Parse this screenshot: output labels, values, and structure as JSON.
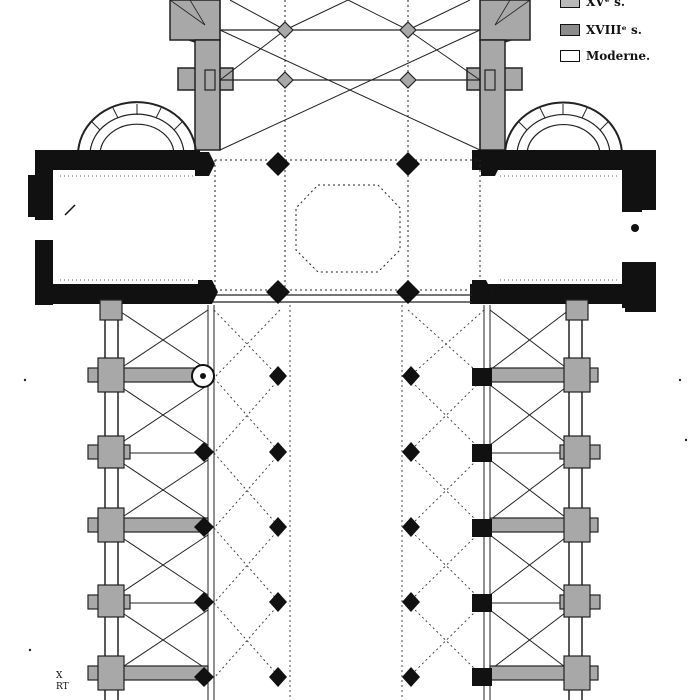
{
  "legend": {
    "items": [
      {
        "label": "XVᵉ s.",
        "fill": "#b9b9b9"
      },
      {
        "label": "XVIIIᵉ s.",
        "fill": "#8c8c8c"
      },
      {
        "label": "Moderne.",
        "fill": "#ffffff"
      }
    ]
  },
  "corner_marks": [
    "X",
    "RT"
  ],
  "colors": {
    "wall": "#111111",
    "grey_masonry": "#a8a8a8",
    "line": "#222222"
  }
}
